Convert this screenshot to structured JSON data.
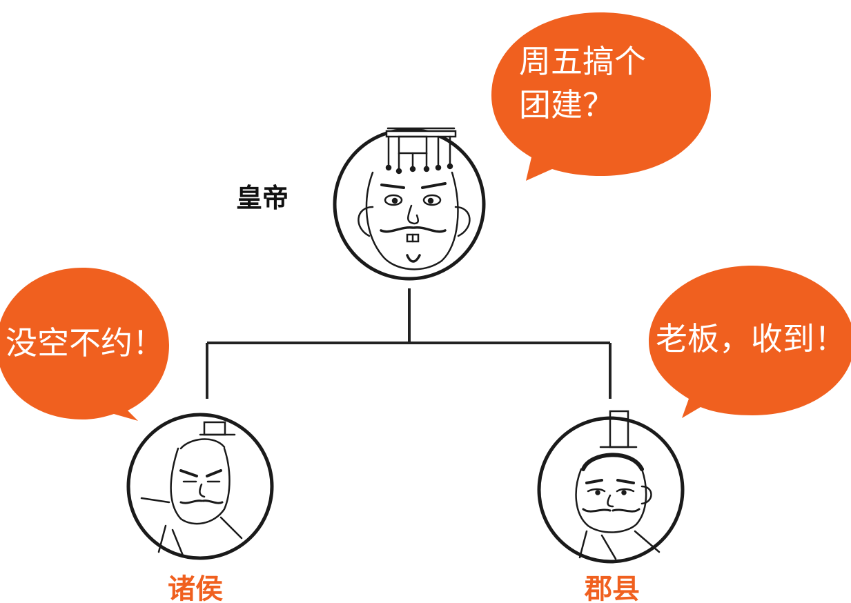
{
  "colors": {
    "accent": "#F0601F",
    "line": "#222222",
    "ink": "#1a1a1a"
  },
  "nodes": {
    "emperor": {
      "name": "皇帝",
      "speech_line1": "周五搞个",
      "speech_line2": "团建？",
      "icon": "emperor-portrait-icon"
    },
    "feudal_lords": {
      "name": "诸侯",
      "speech": "没空不约！",
      "icon": "feudal-lord-portrait-icon"
    },
    "prefectures": {
      "name": "郡县",
      "speech": "老板，收到！",
      "icon": "prefecture-official-portrait-icon"
    }
  }
}
